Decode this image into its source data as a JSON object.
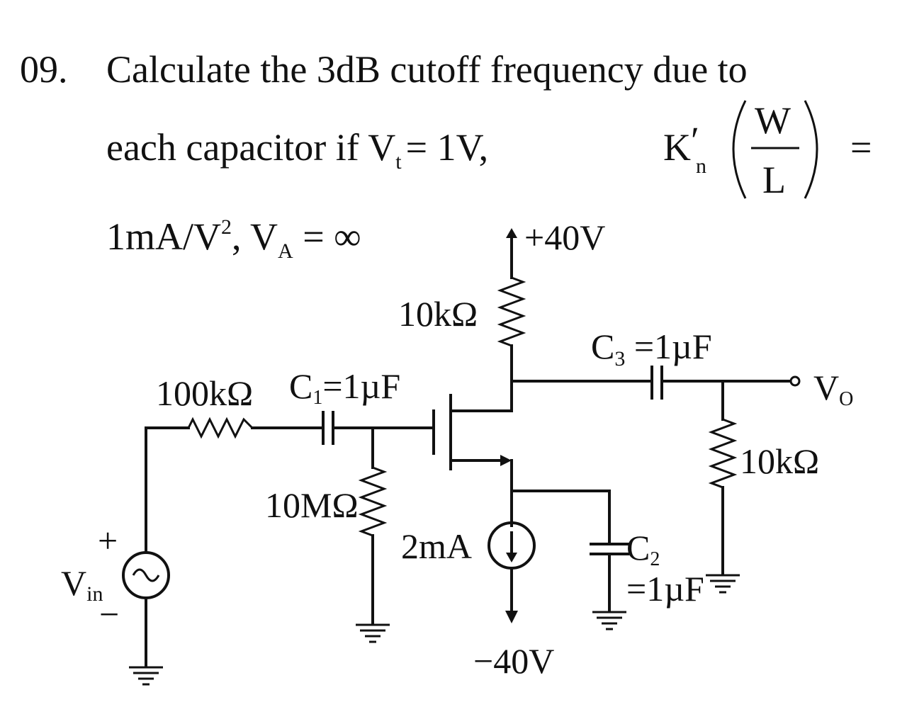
{
  "question": {
    "number": "09.",
    "line1": "Calculate the 3dB cutoff  frequency due to",
    "line2_a": "each  capacitor  if  V",
    "line2_sub": "t",
    "line2_b": "=  1V,",
    "kn_K": "K",
    "kn_prime": "′",
    "kn_sub": "n",
    "frac_num": "W",
    "frac_den": "L",
    "equals": "=",
    "line3_a": "1mA/V",
    "line3_sup": "2",
    "line3_b": ", V",
    "line3_sub": "A",
    "line3_c": " = ∞"
  },
  "circuit": {
    "vdd": "+40V",
    "vss": "−40V",
    "rd": "10kΩ",
    "rsig": "100kΩ",
    "c1_C": "C",
    "c1_sub": "1",
    "c1_val": "=1µF",
    "rg": "10MΩ",
    "isrc": "2mA",
    "c3_C": "C",
    "c3_sub": "3",
    "c3_val": " =1µF",
    "vo_V": "V",
    "vo_sub": "O",
    "rl": "10kΩ",
    "c2_C": "C",
    "c2_sub": "2",
    "c2_val": "=1µF",
    "vin_V": "V",
    "vin_sub": "in",
    "vin_plus": "+",
    "vin_minus": "−"
  }
}
